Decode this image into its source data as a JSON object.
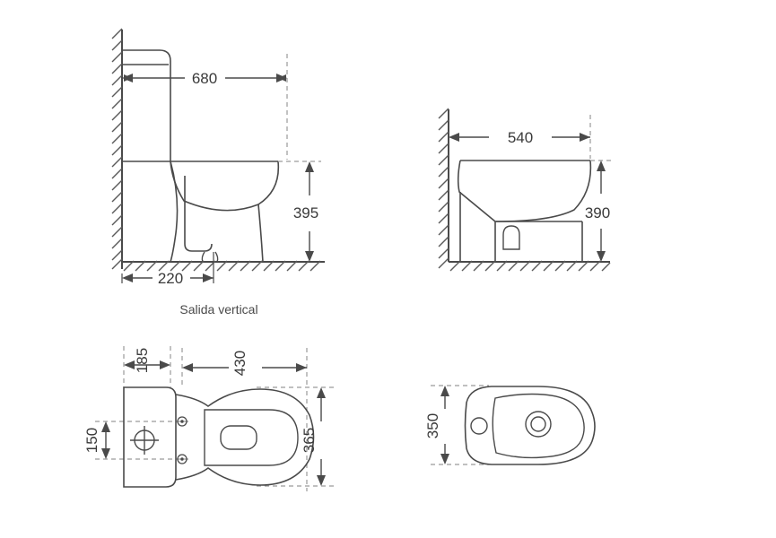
{
  "document": {
    "type": "technical-dimension-drawing",
    "subject": "Toilet (WC) and bidet dimensional drawing",
    "units": "mm",
    "background_color": "#ffffff",
    "line_color": "#4a4a4a",
    "dim_line_color": "#555555",
    "dashed_color": "#9a9a9a",
    "text_color": "#3a3a3a"
  },
  "views": {
    "toilet_side": {
      "name": "Toilet side elevation",
      "caption": "Salida vertical",
      "dimensions": {
        "depth": {
          "label": "680",
          "orientation": "horizontal"
        },
        "height": {
          "label": "395",
          "orientation": "horizontal"
        },
        "outlet_offset": {
          "label": "220",
          "orientation": "horizontal"
        }
      }
    },
    "bidet_side": {
      "name": "Bidet side elevation",
      "dimensions": {
        "depth": {
          "label": "540",
          "orientation": "horizontal"
        },
        "height": {
          "label": "390",
          "orientation": "horizontal"
        }
      }
    },
    "toilet_top": {
      "name": "Toilet plan view",
      "dimensions": {
        "cistern_depth": {
          "label": "185",
          "orientation": "vertical"
        },
        "bowl_width": {
          "label": "430",
          "orientation": "vertical"
        },
        "bolt_spacing": {
          "label": "150",
          "orientation": "vertical"
        },
        "overall_width": {
          "label": "365",
          "orientation": "vertical"
        }
      }
    },
    "bidet_top": {
      "name": "Bidet plan view",
      "dimensions": {
        "width": {
          "label": "350",
          "orientation": "vertical"
        }
      }
    }
  }
}
